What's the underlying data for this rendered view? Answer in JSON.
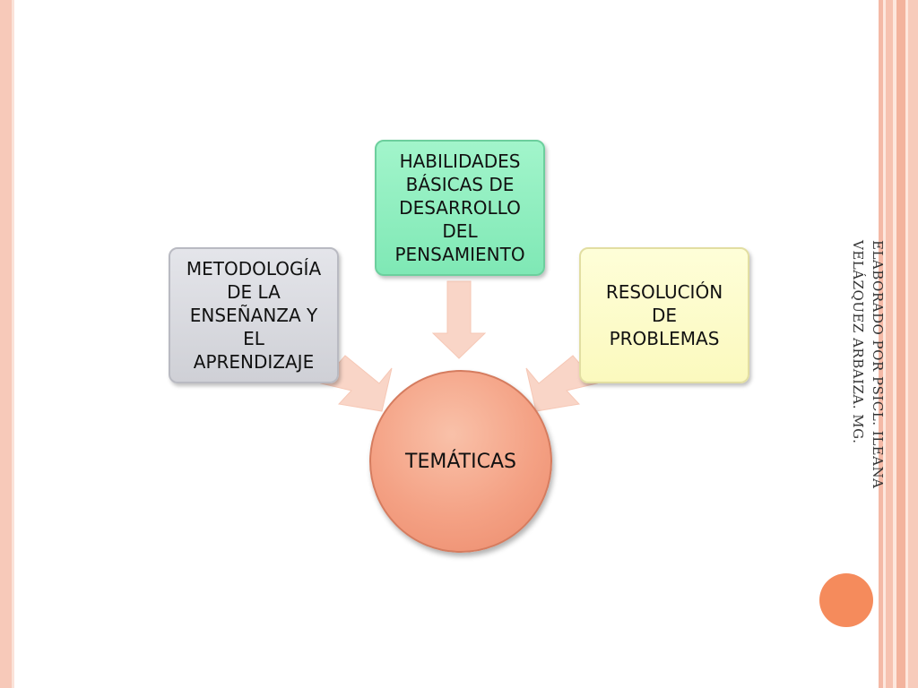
{
  "diagram": {
    "left_box": {
      "lines": [
        "METODOLOGÍA",
        "DE LA",
        "ENSEÑANZA Y",
        "EL",
        "APRENDIZAJE"
      ]
    },
    "top_box": {
      "lines": [
        "HABILIDADES",
        "BÁSICAS DE",
        "DESARROLLO",
        "DEL",
        "PENSAMIENTO"
      ]
    },
    "right_box": {
      "lines": [
        "RESOLUCIÓN",
        "DE",
        "PROBLEMAS"
      ]
    },
    "center": {
      "label": "TEMÁTICAS"
    }
  },
  "credit": {
    "line1": "ELABORADO POR PSICL. ILEANA",
    "line2": "VELÁZQUEZ ARBAIZA. MG."
  },
  "colors": {
    "arrow": "#f9d5c7",
    "left_box": "#d8d9de",
    "top_box": "#8ff0c0",
    "right_box": "#fdfbc9",
    "center": "#f4a184",
    "accent_dot": "#f58b5c"
  }
}
